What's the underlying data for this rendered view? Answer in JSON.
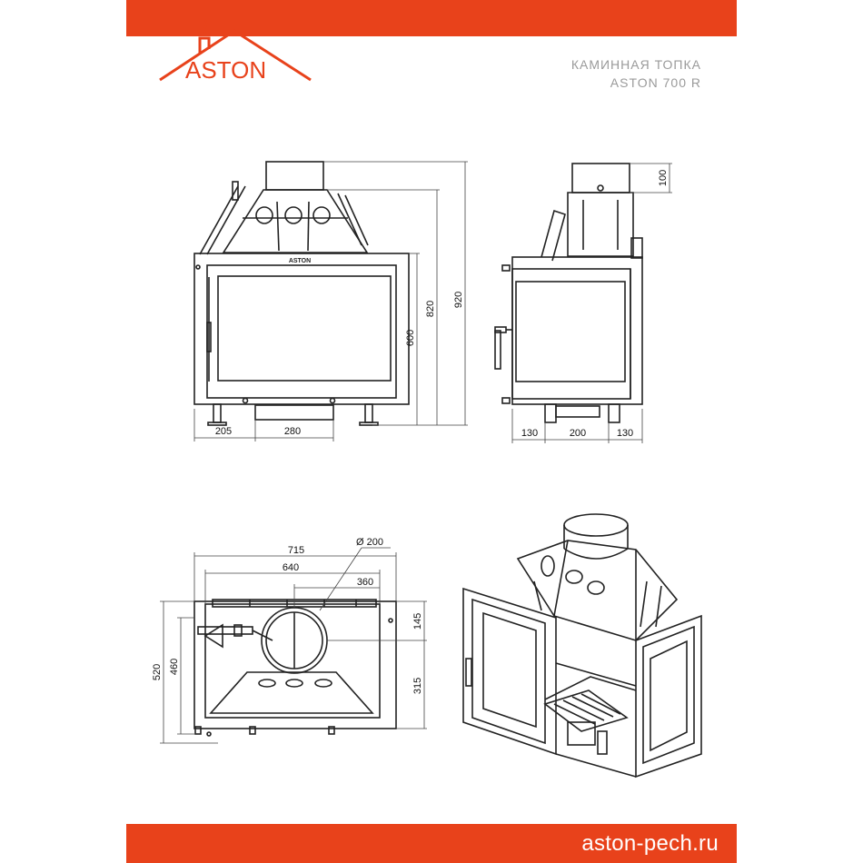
{
  "header": {
    "brand": "ASTON",
    "brand_color": "#e8421b"
  },
  "title": {
    "line1": "КАМИННАЯ ТОПКА",
    "line2": "ASTON 700 R"
  },
  "footer": {
    "site": "aston-pech.ru"
  },
  "front_view": {
    "door_badge": "ASTON",
    "dimensions": {
      "height_total": "920",
      "height_body": "820",
      "height_door": "600",
      "side_offset": "205",
      "ashpan_width": "280"
    }
  },
  "side_view": {
    "dimensions": {
      "collar_height": "100",
      "left": "130",
      "middle": "200",
      "right": "130"
    }
  },
  "top_view": {
    "dimensions": {
      "width_outer": "715",
      "width_inner": "640",
      "to_flue": "360",
      "flue_diameter": "Ø 200",
      "flue_front": "145",
      "flue_back": "315",
      "depth_outer": "520",
      "depth_inner": "460"
    }
  }
}
